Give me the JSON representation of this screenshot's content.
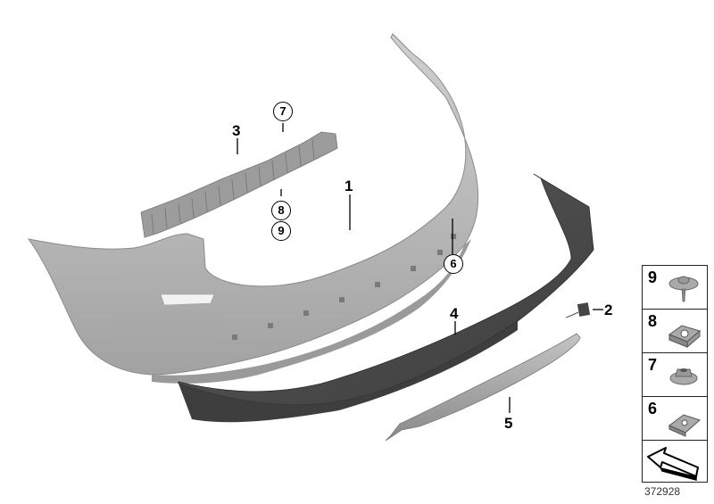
{
  "diagram": {
    "type": "exploded-parts-diagram",
    "subject": "Rear bumper trim panel assembly",
    "colors": {
      "bumper_body": "#b9b9b9",
      "bumper_shadow": "#8f8f8f",
      "bracket": "#9a9a9a",
      "diffuser_dark": "#4a4a4a",
      "trim_strip": "#a8a8a8",
      "callout_text": "#000000"
    },
    "callouts": [
      {
        "id": "1",
        "label": "1",
        "part": "rear bumper trim panel"
      },
      {
        "id": "2",
        "label": "2",
        "part": "tow hook cover"
      },
      {
        "id": "3",
        "label": "3",
        "part": "bumper bracket / energy absorber"
      },
      {
        "id": "4",
        "label": "4",
        "part": "lower diffuser panel"
      },
      {
        "id": "5",
        "label": "5",
        "part": "trim strip"
      }
    ],
    "circled_refs": [
      {
        "id": "c7",
        "label": "7"
      },
      {
        "id": "c8",
        "label": "8"
      },
      {
        "id": "c9",
        "label": "9"
      },
      {
        "id": "c6",
        "label": "6"
      }
    ],
    "legend": {
      "items": [
        {
          "label": "9",
          "icon": "screw-with-washer-icon"
        },
        {
          "label": "8",
          "icon": "clip-nut-icon"
        },
        {
          "label": "7",
          "icon": "flange-nut-icon"
        },
        {
          "label": "6",
          "icon": "spring-nut-icon"
        },
        {
          "label": "",
          "icon": "arrow-direction-icon"
        }
      ]
    },
    "document_number": "372928"
  }
}
